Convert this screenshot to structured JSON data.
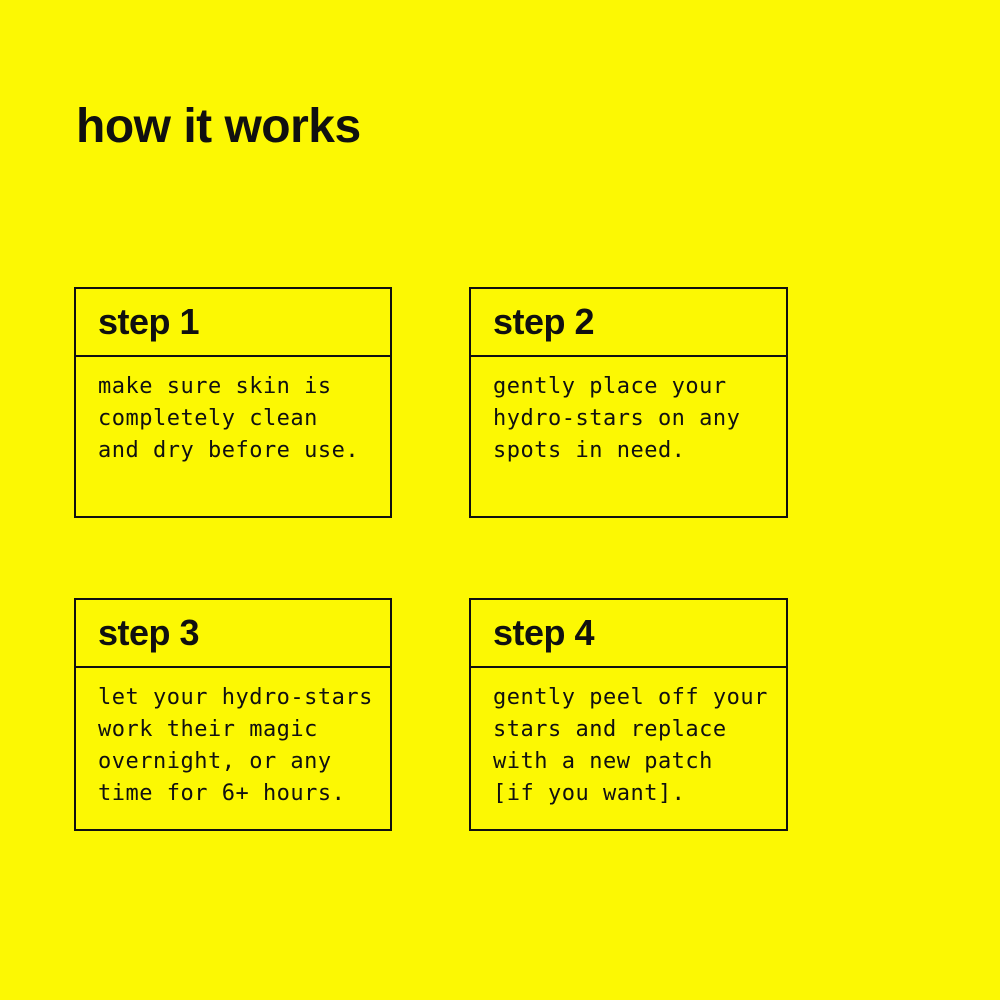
{
  "colors": {
    "background": "#FCF803",
    "ink": "#101010"
  },
  "title": "how it works",
  "steps": [
    {
      "label": "step 1",
      "body": "make sure skin is\ncompletely clean\nand dry before use."
    },
    {
      "label": "step 2",
      "body": "gently place your\nhydro-stars on any\nspots in need."
    },
    {
      "label": "step 3",
      "body": "let your hydro-stars\nwork their magic\novernight, or any\ntime for 6+ hours."
    },
    {
      "label": "step 4",
      "body": "gently peel off your\nstars and replace\nwith a new patch\n[if you want]."
    }
  ]
}
